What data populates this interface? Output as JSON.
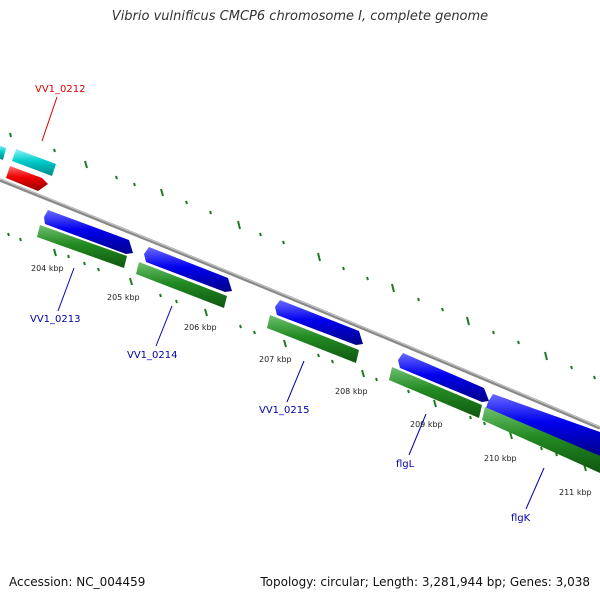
{
  "title": "Vibrio vulnificus CMCP6 chromosome I, complete genome",
  "footer": {
    "accession": "Accession: NC_004459",
    "summary": "Topology: circular; Length: 3,281,944 bp; Genes: 3,038"
  },
  "colors": {
    "forward_cds": "#0000ee",
    "reverse_cds": "#228b22",
    "highlight_gene": "#ee0000",
    "other_feature": "#00cccc",
    "backbone": "#888888",
    "tick": "#1e7a1e",
    "label_blue": "#0000aa",
    "label_red": "#dd0000"
  },
  "gene_labels": [
    {
      "text": "VV1_0212",
      "color": "red"
    },
    {
      "text": "VV1_0213",
      "color": "blue"
    },
    {
      "text": "VV1_0214",
      "color": "blue"
    },
    {
      "text": "VV1_0215",
      "color": "blue"
    },
    {
      "text": "flgL",
      "color": "blue"
    },
    {
      "text": "flgK",
      "color": "blue"
    }
  ],
  "scale_labels": [
    "204 kbp",
    "205 kbp",
    "206 kbp",
    "207 kbp",
    "208 kbp",
    "209 kbp",
    "210 kbp",
    "211 kbp"
  ]
}
